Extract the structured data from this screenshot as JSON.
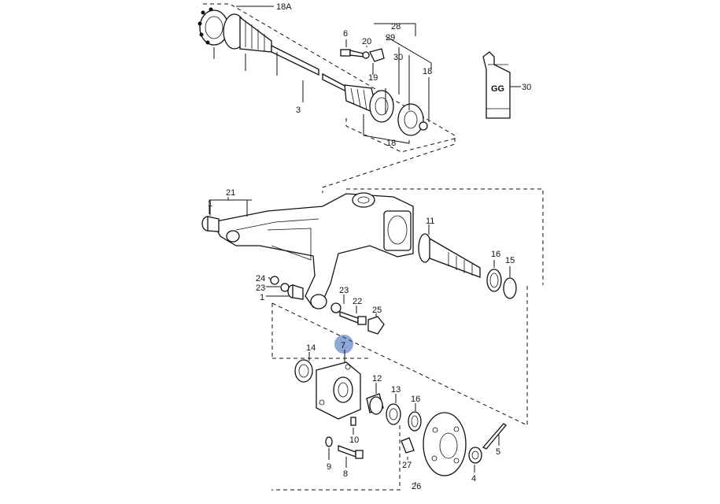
{
  "labels": {
    "p18A": "18A",
    "p3": "3",
    "p6": "6",
    "p20": "20",
    "p19": "19",
    "p28": "28",
    "p29": "29",
    "p30a": "30",
    "p18top": "18",
    "p18bot": "18",
    "p30tube": "30",
    "tube_text": "GG",
    "p21": "21",
    "p1a": "1",
    "p11": "11",
    "p16a": "16",
    "p15": "15",
    "p24": "24",
    "p23a": "23",
    "p1b": "1",
    "p23b": "23",
    "p22": "22",
    "p25": "25",
    "p7": "7",
    "p14": "14",
    "p12": "12",
    "p13": "13",
    "p16b": "16",
    "p10": "10",
    "p9": "9",
    "p8": "8",
    "p27": "27",
    "p26": "26",
    "p4": "4",
    "p5": "5"
  },
  "highlight": {
    "part": "7",
    "color": "#2f5fb5"
  }
}
